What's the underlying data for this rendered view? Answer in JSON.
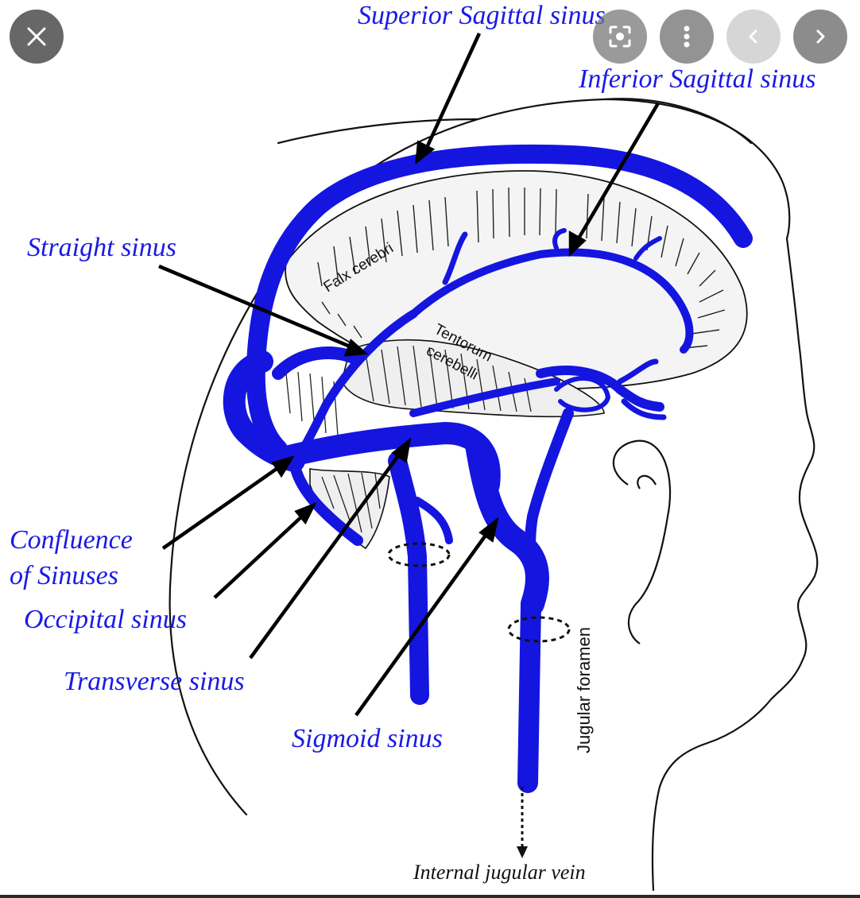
{
  "viewer": {
    "close_icon": "close-icon",
    "lens_icon": "lens-icon",
    "more_icon": "more-vert-icon",
    "prev_icon": "chevron-left-icon",
    "next_icon": "chevron-right-icon"
  },
  "diagram": {
    "labels": {
      "superior_sagittal_sinus": "Superior Sagittal sinus",
      "inferior_sagittal_sinus": "Inferior Sagittal sinus",
      "straight_sinus": "Straight sinus",
      "confluence_line1": "Confluence",
      "confluence_line2": "of Sinuses",
      "occipital_sinus": "Occipital sinus",
      "transverse_sinus": "Transverse sinus",
      "sigmoid_sinus": "Sigmoid sinus",
      "falx_cerebri": "Falx cerebri",
      "tentorum_line1": "Tentorum",
      "tentorum_line2": "cerebelli",
      "jugular_foramen": "Jugular foramen",
      "internal_jugular_vein": "Internal jugular vein"
    },
    "colors": {
      "sinus": "#1515e0",
      "label": "#1a1ae6",
      "outline": "#111111"
    }
  }
}
